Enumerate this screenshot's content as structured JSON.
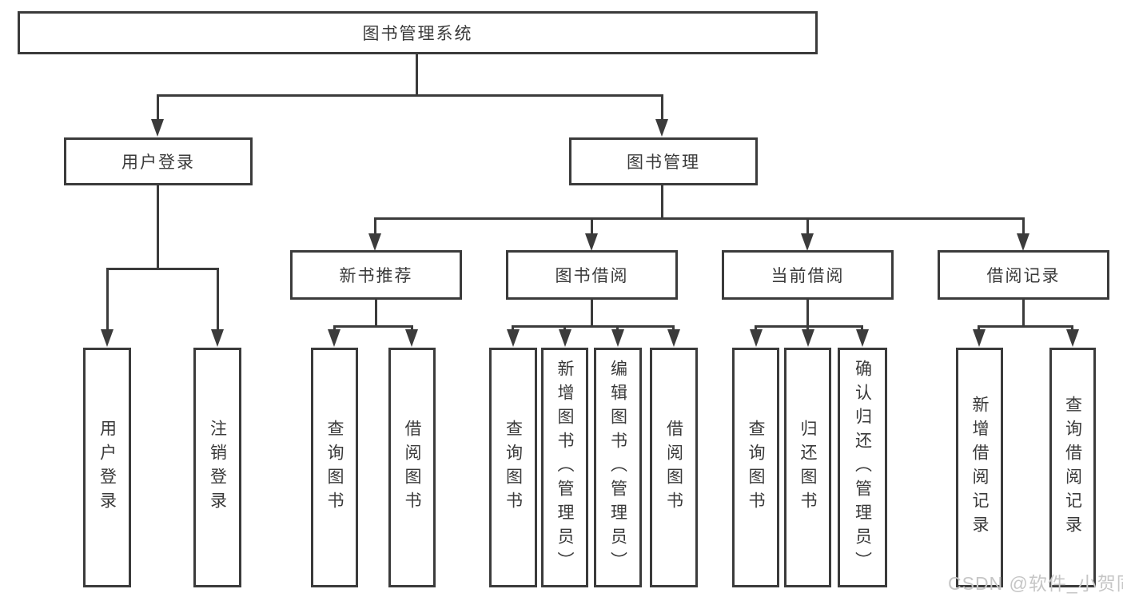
{
  "diagram": {
    "root": {
      "label": "图书管理系统",
      "children": [
        {
          "label": "用户登录",
          "children": [
            {
              "label": "用户登录"
            },
            {
              "label": "注销登录"
            }
          ]
        },
        {
          "label": "图书管理",
          "children": [
            {
              "label": "新书推荐",
              "children": [
                {
                  "label": "查询图书"
                },
                {
                  "label": "借阅图书"
                }
              ]
            },
            {
              "label": "图书借阅",
              "children": [
                {
                  "label": "查询图书"
                },
                {
                  "label": "新增图书（管理员）"
                },
                {
                  "label": "编辑图书（管理员）"
                },
                {
                  "label": "借阅图书"
                }
              ]
            },
            {
              "label": "当前借阅",
              "children": [
                {
                  "label": "查询图书"
                },
                {
                  "label": "归还图书"
                },
                {
                  "label": "确认归还（管理员）"
                }
              ]
            },
            {
              "label": "借阅记录",
              "children": [
                {
                  "label": "新增借阅记录"
                },
                {
                  "label": "查询借阅记录"
                }
              ]
            }
          ]
        }
      ]
    }
  },
  "watermark": {
    "text": "CSDN @软件_小贺同学"
  },
  "colors": {
    "line": "#3b3b3b",
    "text": "#3a3a3a",
    "watermark": "#c6c6c6",
    "background": "#ffffff",
    "box_fill": "#ffffff"
  }
}
